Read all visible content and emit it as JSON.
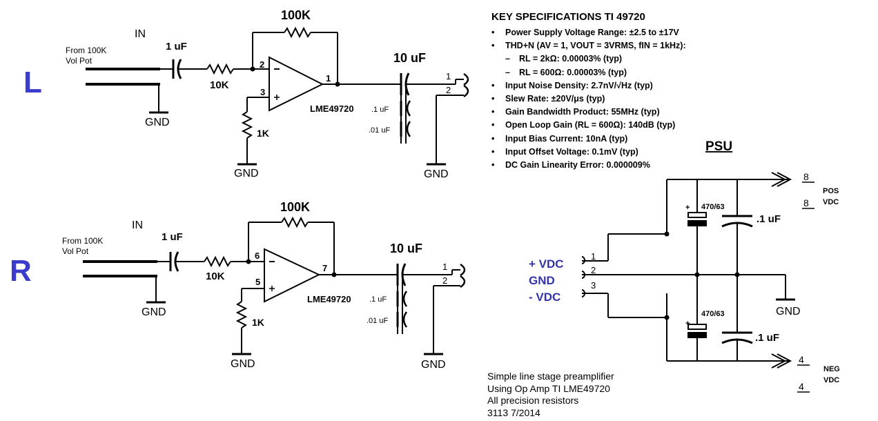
{
  "channels": {
    "left": {
      "label": "L",
      "source": [
        "From 100K",
        "Vol Pot"
      ],
      "in_label": "IN",
      "input_cap": "1 uF",
      "input_res": "10K",
      "feedback_res": "100K",
      "ground_res": "1K",
      "opamp": "LME49720",
      "pin_inv": "2",
      "pin_noninv": "3",
      "pin_out": "1",
      "output_cap": "10 uF",
      "bypass_caps": [
        ".1 uF",
        ".01 uF"
      ],
      "jack_pins": [
        "1",
        "2"
      ],
      "gnd": "GND"
    },
    "right": {
      "label": "R",
      "source": [
        "From 100K",
        "Vol Pot"
      ],
      "in_label": "IN",
      "input_cap": "1 uF",
      "input_res": "10K",
      "feedback_res": "100K",
      "ground_res": "1K",
      "opamp": "LME49720",
      "pin_inv": "6",
      "pin_noninv": "5",
      "pin_out": "7",
      "output_cap": "10 uF",
      "bypass_caps": [
        ".1 uF",
        ".01 uF"
      ],
      "jack_pins": [
        "1",
        "2"
      ],
      "gnd": "GND"
    }
  },
  "specs": {
    "title": "KEY SPECIFICATIONS TI 49720",
    "items": [
      {
        "bullet": "•",
        "text": "Power Supply Voltage Range: ±2.5 to ±17V"
      },
      {
        "bullet": "•",
        "text": "THD+N (AV = 1, VOUT = 3VRMS, fIN = 1kHz):"
      },
      {
        "bullet": "–",
        "text": "RL = 2kΩ: 0.00003% (typ)",
        "sub": true
      },
      {
        "bullet": "–",
        "text": "RL = 600Ω: 0.00003% (typ)",
        "sub": true
      },
      {
        "bullet": "•",
        "text": "Input Noise Density: 2.7nV/√Hz (typ)"
      },
      {
        "bullet": "•",
        "text": "Slew Rate: ±20V/μs (typ)"
      },
      {
        "bullet": "•",
        "text": "Gain Bandwidth Product: 55MHz (typ)"
      },
      {
        "bullet": "•",
        "text": "Open Loop Gain (RL = 600Ω): 140dB (typ)"
      },
      {
        "bullet": "•",
        "text": "Input Bias Current: 10nA (typ)"
      },
      {
        "bullet": "•",
        "text": "Input Offset Voltage: 0.1mV (typ)"
      },
      {
        "bullet": "•",
        "text": "DC Gain Linearity Error: 0.000009%"
      }
    ]
  },
  "psu": {
    "title": "PSU",
    "inputs": [
      "+  VDC",
      "GND",
      "-  VDC"
    ],
    "input_pins": [
      "1",
      "2",
      "3"
    ],
    "cap_electrolytic": "470/63",
    "cap_film": ".1 uF",
    "plus_sign": "+",
    "gnd": "GND",
    "pos_out": {
      "pin_a": "8",
      "pin_b": "8",
      "label": [
        "POS",
        "VDC"
      ]
    },
    "neg_out": {
      "pin_a": "4",
      "pin_b": "4",
      "label": [
        "NEG",
        "VDC"
      ]
    }
  },
  "notes": [
    "Simple line stage preamplifier",
    "Using Op Amp TI LME49720",
    "All precision resistors",
    "3113 7/2014"
  ]
}
